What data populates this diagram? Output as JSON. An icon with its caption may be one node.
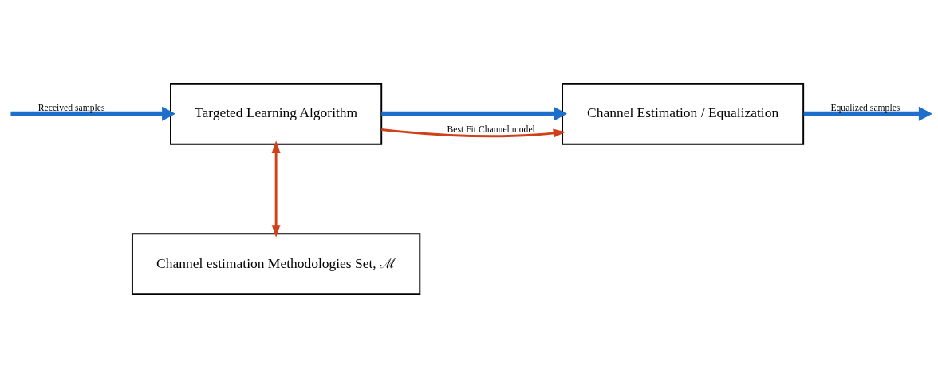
{
  "diagram": {
    "nodes": [
      {
        "text": [
          "Targeted Learning Algorithm"
        ]
      },
      {
        "text": [
          "Channel Estimation / Equalization"
        ]
      },
      {
        "text": [
          "Channel estimation Methodologies Set, ℳ"
        ]
      }
    ],
    "edges": [
      {
        "from": null,
        "to": 0,
        "arrow": "to",
        "label": "Received samples"
      },
      {
        "from": 0,
        "to": 1,
        "arrow": "to"
      },
      {
        "from": 0,
        "to": 1,
        "arrow": "to",
        "label": "Best Fit Channel model",
        "color": "#d0401a"
      },
      {
        "from": 0,
        "to": 2,
        "arrow": "both",
        "color": "#d0401a"
      },
      {
        "from": 1,
        "to": null,
        "arrow": "to",
        "label": "Equalized samples"
      }
    ]
  }
}
